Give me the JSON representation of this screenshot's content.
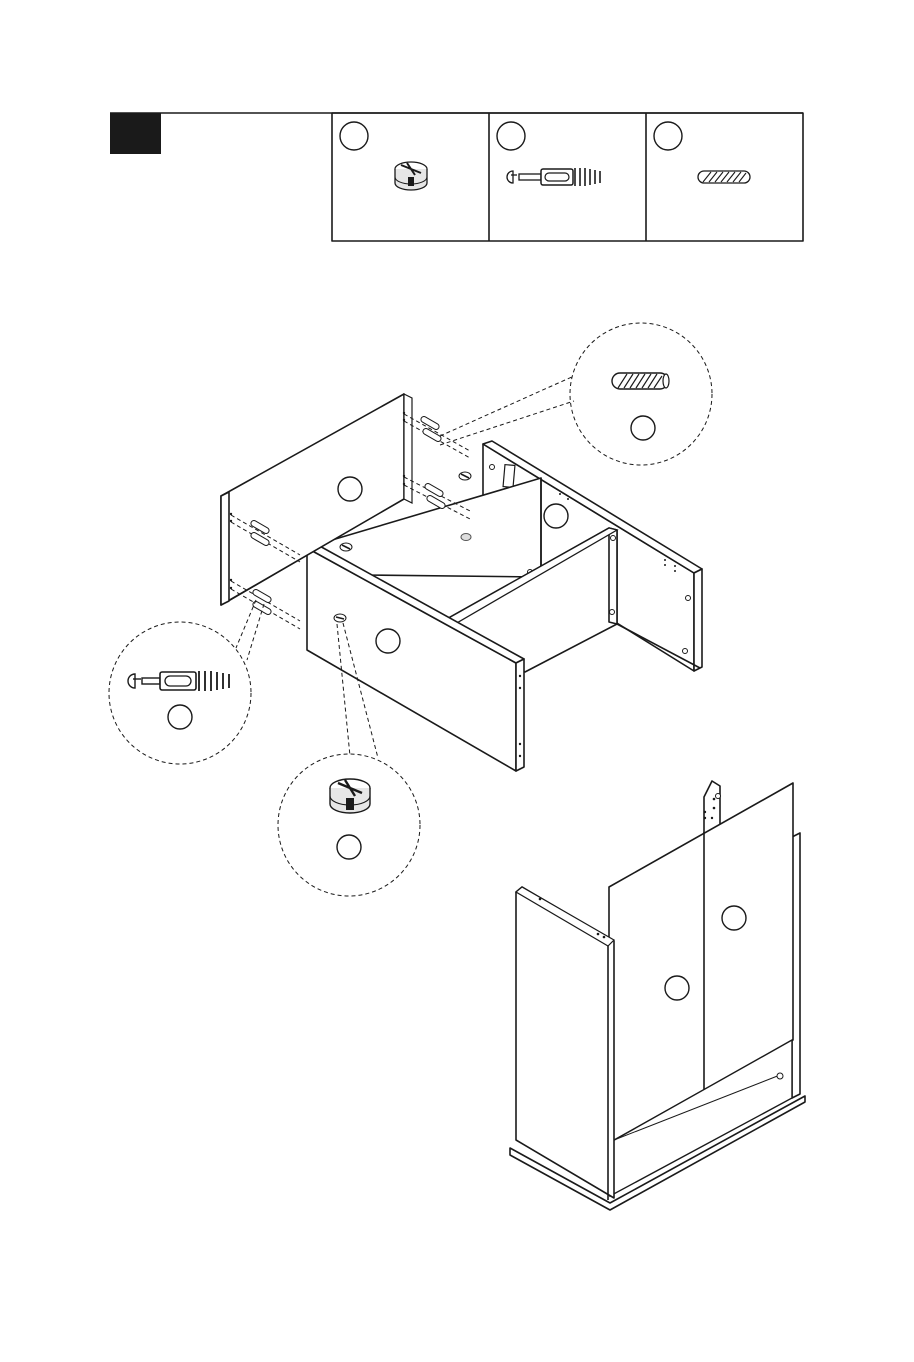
{
  "step": {
    "label": ""
  },
  "hardware": [
    {
      "id": "",
      "name": "cam-lock"
    },
    {
      "id": "",
      "name": "cam-bolt"
    },
    {
      "id": "",
      "name": "wood-dowel"
    }
  ],
  "callouts": {
    "dowel": "",
    "cam_bolt": "",
    "cam_lock": "",
    "panel_back_left": "",
    "panel_divider": "",
    "panel_front": "",
    "panel_assembled_back": "",
    "panel_assembled_right": ""
  },
  "colors": {
    "ink": "#1a1a1a",
    "step_box": "#1a1a1a",
    "paper": "#ffffff"
  }
}
